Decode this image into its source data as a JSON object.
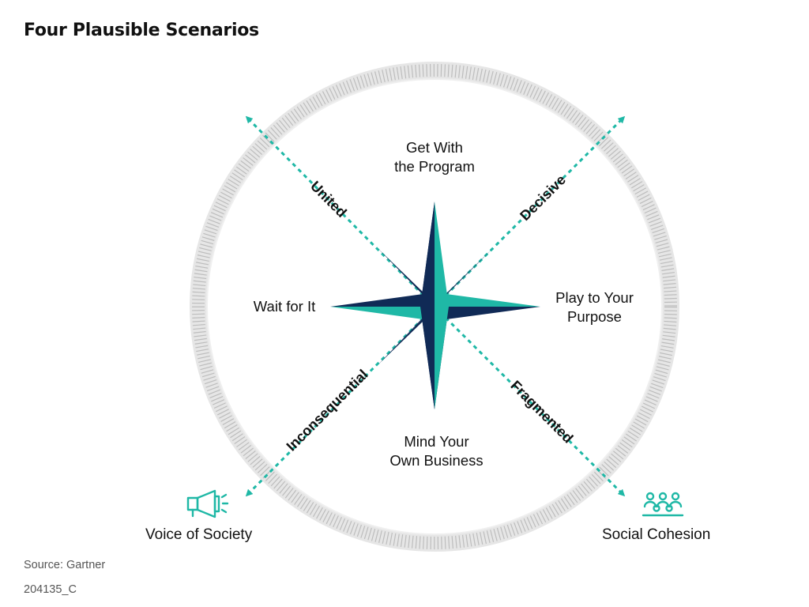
{
  "title": "Four Plausible Scenarios",
  "scenarios": {
    "top": [
      "Get With",
      "the Program"
    ],
    "right": [
      "Play to Your",
      "Purpose"
    ],
    "bottom": [
      "Mind Your",
      "Own Business"
    ],
    "left": [
      "Wait for It"
    ]
  },
  "axes": {
    "nw": "United",
    "ne": "Decisive",
    "sw": "Inconsequential",
    "se": "Fragmented"
  },
  "dimensions": {
    "voice": "Voice of Society",
    "social": "Social Cohesion"
  },
  "icons": {
    "voice": "megaphone-icon",
    "social": "people-group-icon"
  },
  "source": "Source: Gartner",
  "code": "204135_C",
  "colors": {
    "teal": "#1fb8a6",
    "navy": "#102a56",
    "ring": "#e6e6e6"
  }
}
